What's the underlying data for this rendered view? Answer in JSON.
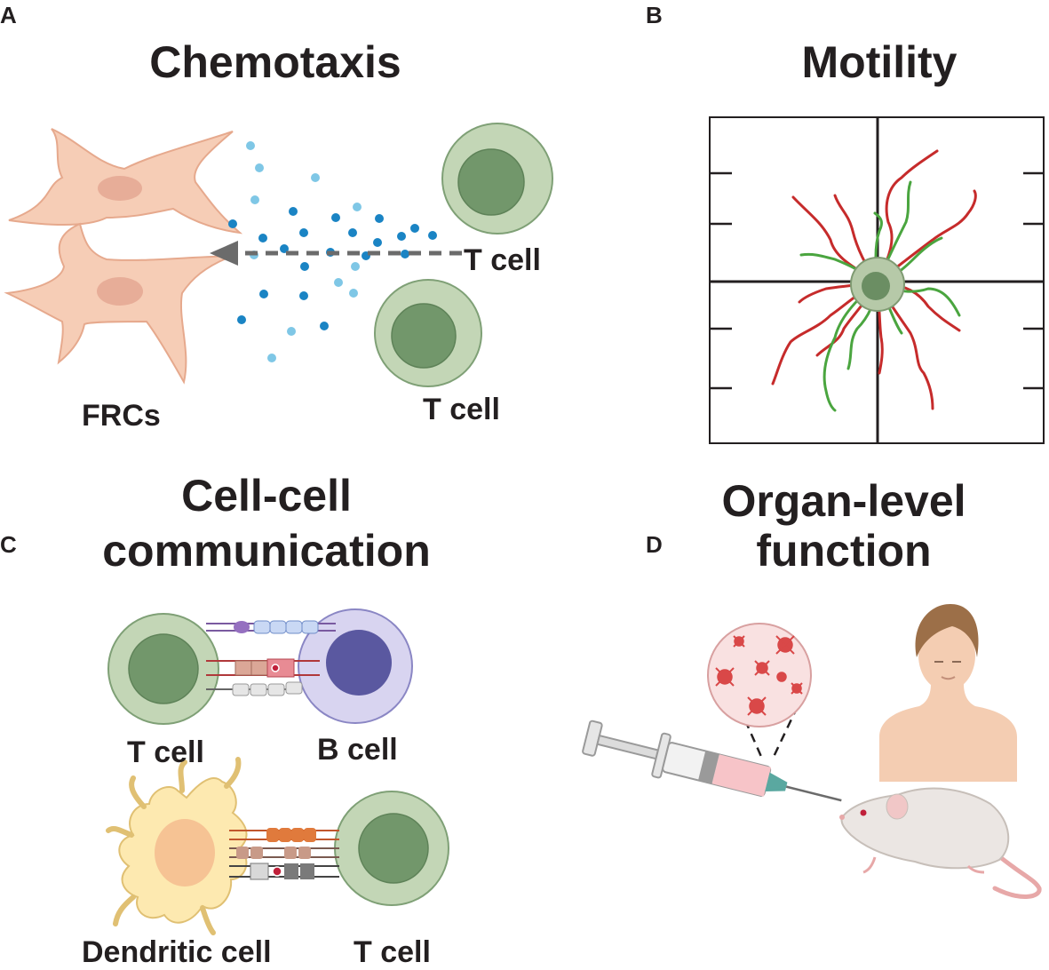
{
  "panels": {
    "a": {
      "letter": "A",
      "title": "Chemotaxis",
      "frc_label": "FRCs",
      "tcell_label_upper": "T cell",
      "tcell_label_lower": "T cell"
    },
    "b": {
      "letter": "B",
      "title": "Motility"
    },
    "c": {
      "letter": "C",
      "title_line1": "Cell-cell",
      "title_line2": "communication",
      "tcell_label": "T cell",
      "bcell_label": "B cell",
      "dendritic_label": "Dendritic cell",
      "tcell_label_2": "T cell"
    },
    "d": {
      "letter": "D",
      "title_line1": "Organ-level",
      "title_line2": "function"
    }
  },
  "colors": {
    "frc": "#f6cdb6",
    "frc_nucleus": "#e7ad98",
    "tcell_outer": "#c3d6b6",
    "tcell_inner": "#72976b",
    "bcell_outer": "#d8d4f0",
    "bcell_inner": "#5a58a0",
    "dendritic": "#fde9b0",
    "chemokine_dark": "#1a84c4",
    "chemokine_light": "#7fc7e6",
    "track_red": "#c62b2b",
    "track_green": "#4aa53f",
    "virus": "#d94848"
  }
}
